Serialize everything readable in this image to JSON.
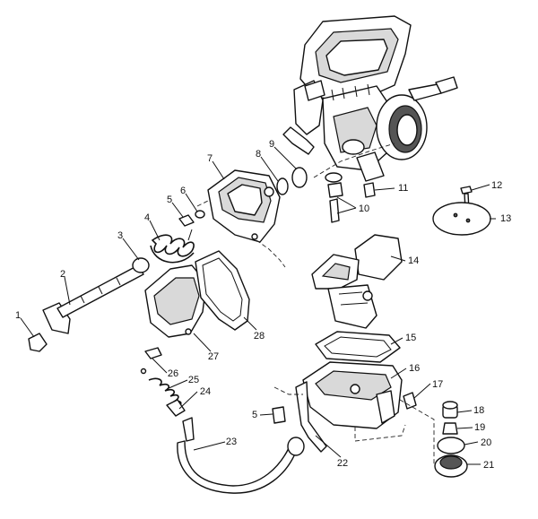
{
  "diagram": {
    "callouts": [
      {
        "id": "c1",
        "text": "1"
      },
      {
        "id": "c2",
        "text": "2"
      },
      {
        "id": "c3",
        "text": "3"
      },
      {
        "id": "c4",
        "text": "4"
      },
      {
        "id": "c5a",
        "text": "5"
      },
      {
        "id": "c6",
        "text": "6"
      },
      {
        "id": "c7",
        "text": "7"
      },
      {
        "id": "c8",
        "text": "8"
      },
      {
        "id": "c9",
        "text": "9"
      },
      {
        "id": "c10",
        "text": "10"
      },
      {
        "id": "c11",
        "text": "11"
      },
      {
        "id": "c12",
        "text": "12"
      },
      {
        "id": "c13",
        "text": "13"
      },
      {
        "id": "c14",
        "text": "14"
      },
      {
        "id": "c15",
        "text": "15"
      },
      {
        "id": "c16",
        "text": "16"
      },
      {
        "id": "c17",
        "text": "17"
      },
      {
        "id": "c18",
        "text": "18"
      },
      {
        "id": "c19",
        "text": "19"
      },
      {
        "id": "c20",
        "text": "20"
      },
      {
        "id": "c21",
        "text": "21"
      },
      {
        "id": "c22",
        "text": "22"
      },
      {
        "id": "c23",
        "text": "23"
      },
      {
        "id": "c24",
        "text": "24"
      },
      {
        "id": "c25",
        "text": "25"
      },
      {
        "id": "c26",
        "text": "26"
      },
      {
        "id": "c27",
        "text": "27"
      },
      {
        "id": "c28",
        "text": "28"
      },
      {
        "id": "c5b",
        "text": "5"
      }
    ]
  }
}
